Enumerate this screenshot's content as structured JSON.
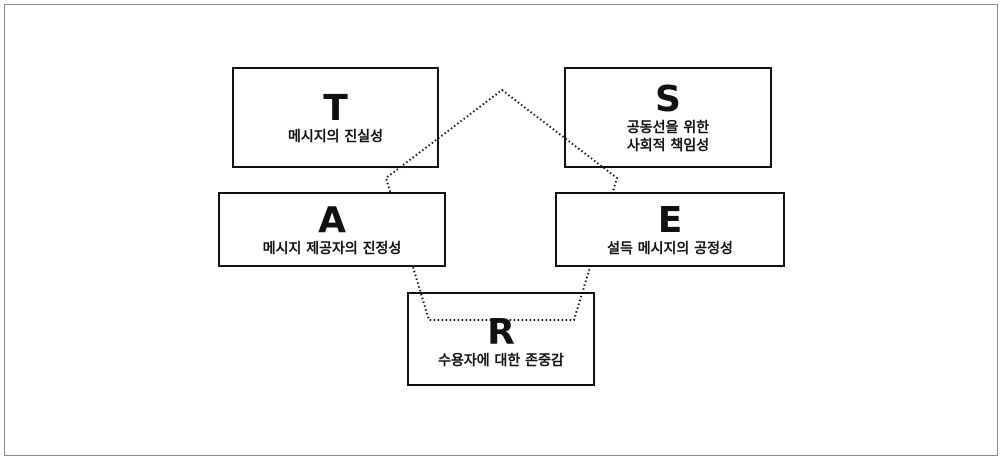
{
  "diagram": {
    "shape": "dotted-pentagon",
    "line_color": "#111111",
    "boxes": [
      {
        "key": "T",
        "letter": "T",
        "lines": [
          "메시지의 진실성"
        ]
      },
      {
        "key": "S",
        "letter": "S",
        "lines": [
          "공동선을 위한",
          "사회적 책임성"
        ]
      },
      {
        "key": "A",
        "letter": "A",
        "lines": [
          "메시지 제공자의 진정성"
        ]
      },
      {
        "key": "E",
        "letter": "E",
        "lines": [
          "설득 메시지의 공정성"
        ]
      },
      {
        "key": "R",
        "letter": "R",
        "lines": [
          "수용자에 대한 존중감"
        ]
      }
    ]
  }
}
